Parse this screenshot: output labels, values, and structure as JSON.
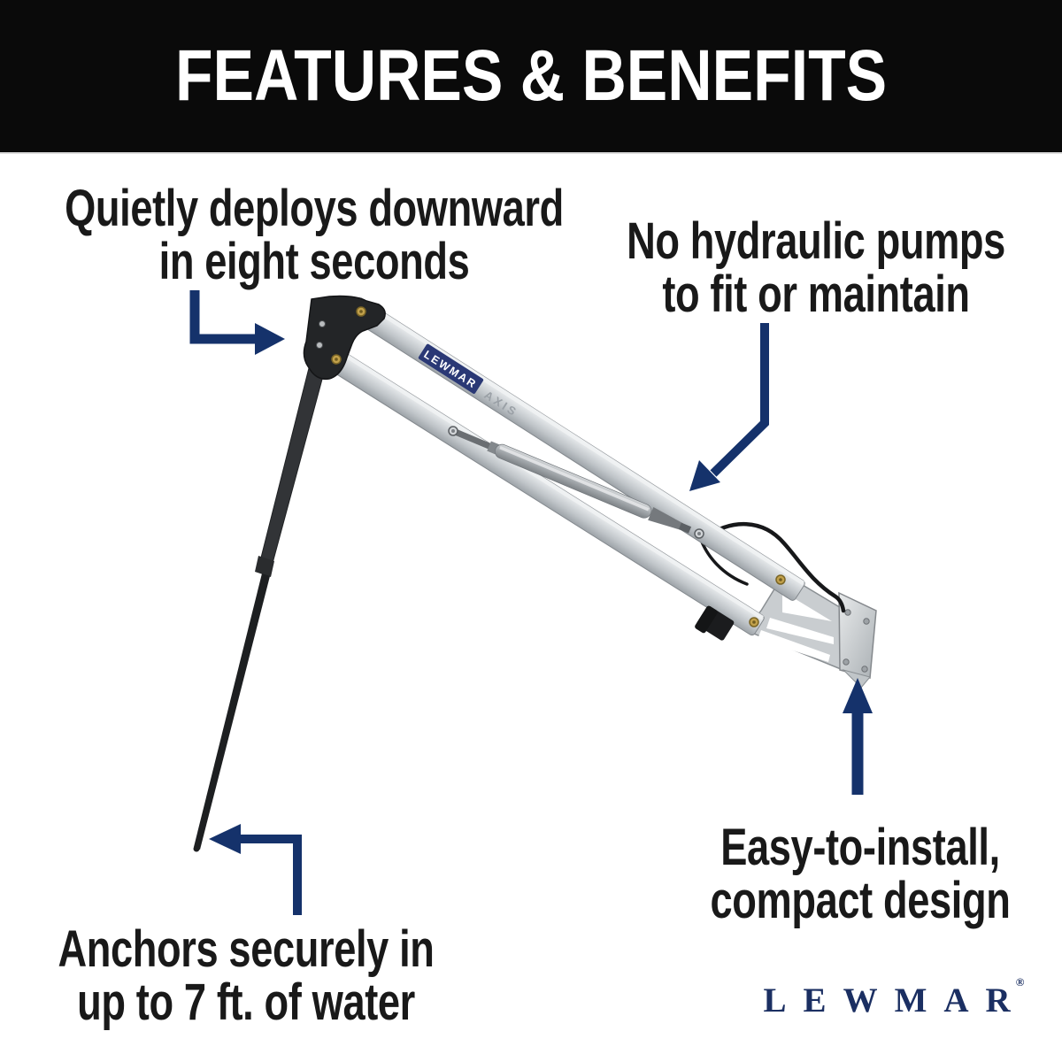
{
  "header": {
    "title": "FEATURES & BENEFITS"
  },
  "callouts": [
    {
      "id": "quiet-deploy",
      "lines": [
        "Quietly deploys downward",
        "in eight seconds"
      ]
    },
    {
      "id": "no-hydraulics",
      "lines": [
        "No hydraulic pumps",
        "to fit or maintain"
      ]
    },
    {
      "id": "anchor-depth",
      "lines": [
        "Anchors securely in",
        "up to 7 ft. of water"
      ]
    },
    {
      "id": "easy-install",
      "lines": [
        "Easy-to-install,",
        "compact design"
      ]
    }
  ],
  "product": {
    "brand_badge": "LEWMAR",
    "model": "AXIS"
  },
  "logo": {
    "text": "LEWMAR",
    "registered": "®"
  },
  "colors": {
    "header_bg": "#0a0a0a",
    "header_text": "#ffffff",
    "body_text": "#191919",
    "arrow_navy": "#15326b",
    "logo_navy": "#1b2f62",
    "badge_navy": "#2a3875",
    "arm_silver": "#c3c8cc",
    "strut_silver": "#9ba1a6",
    "spike_black": "#232527"
  }
}
